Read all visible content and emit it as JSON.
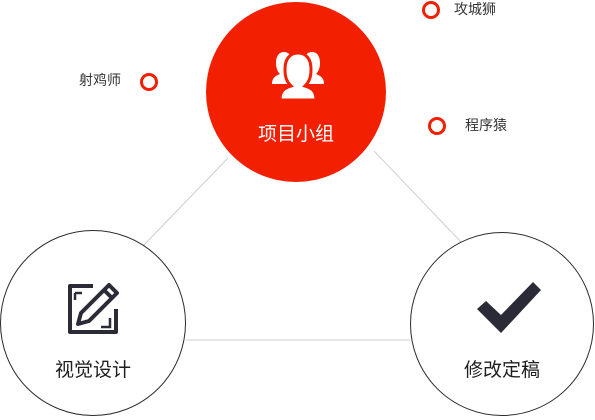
{
  "diagram": {
    "center": {
      "label": "项目小组",
      "icon": "team-icon",
      "color": "#f21f00"
    },
    "bottom_left": {
      "label": "视觉设计",
      "icon": "edit-icon"
    },
    "bottom_right": {
      "label": "修改定稿",
      "icon": "checkmark-icon"
    },
    "roles": [
      {
        "label": "射鸡师"
      },
      {
        "label": "攻城狮"
      },
      {
        "label": "程序猿"
      }
    ],
    "accent_color": "#f21f00",
    "connector_color": "#cfcfcf",
    "outline_color": "#2b2b2b"
  }
}
